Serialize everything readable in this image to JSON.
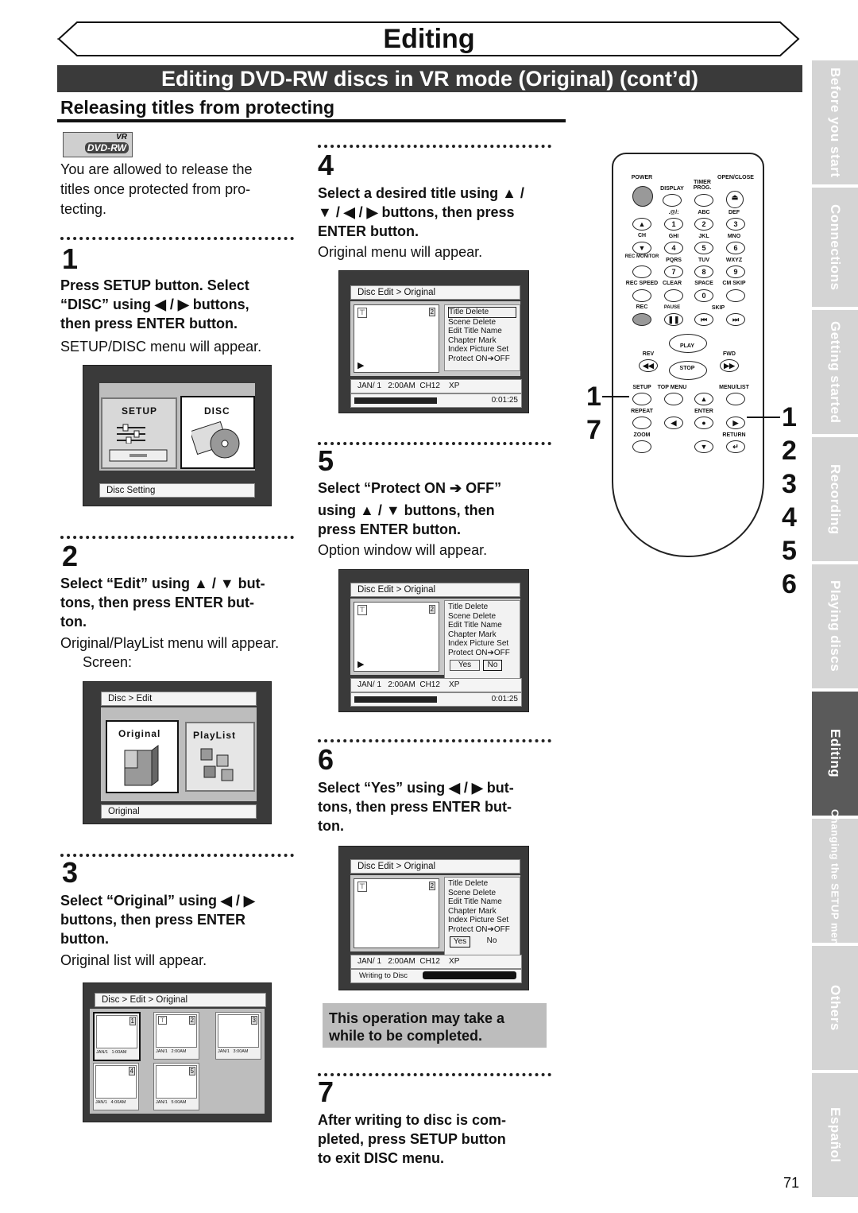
{
  "header": {
    "title": "Editing",
    "subtitle": "Editing DVD-RW discs in VR mode (Original) (cont’d)",
    "section_heading": "Releasing titles from protecting"
  },
  "badge": {
    "top": "VR",
    "bottom": "DVD-RW"
  },
  "intro": [
    "You are allowed to release the",
    "titles once protected from pro-",
    "tecting."
  ],
  "steps": {
    "s1": {
      "num": "1",
      "instr": [
        "Press SETUP button. Select",
        "“DISC” using ◀ / ▶ buttons,",
        "then press ENTER button."
      ],
      "note": "SETUP/DISC menu will appear."
    },
    "s2": {
      "num": "2",
      "instr": [
        "Select “Edit” using ▲ / ▼ but-",
        "tons, then press ENTER but-",
        "ton."
      ],
      "note": [
        "Original/PlayList menu will appear.",
        "Screen:"
      ]
    },
    "s3": {
      "num": "3",
      "instr": [
        "Select “Original” using ◀ / ▶",
        "buttons, then press ENTER",
        "button."
      ],
      "note": "Original list will appear."
    },
    "s4": {
      "num": "4",
      "instr": [
        "Select a desired title using ▲ /",
        "▼ / ◀ / ▶ buttons, then press",
        "ENTER button."
      ],
      "note": "Original menu will appear."
    },
    "s5": {
      "num": "5",
      "instr": [
        "Select “Protect ON ➔ OFF”",
        "using ▲ / ▼ buttons, then",
        "press ENTER button."
      ],
      "note": "Option window will appear."
    },
    "s6": {
      "num": "6",
      "instr": [
        "Select “Yes” using ◀ / ▶ but-",
        "tons, then press ENTER but-",
        "ton."
      ]
    },
    "s7": {
      "num": "7",
      "instr": [
        "After writing to disc is com-",
        "pleted, press SETUP button",
        "to exit DISC menu."
      ]
    }
  },
  "screen1": {
    "tab_setup": "SETUP",
    "tab_disc": "DISC",
    "footer": "Disc Setting"
  },
  "screen2": {
    "crumb": "Disc > Edit",
    "tab_original": "Original",
    "tab_playlist": "PlayList",
    "footer": "Original"
  },
  "screen3": {
    "crumb": "Disc > Edit > Original",
    "thumbs": [
      {
        "num": "1",
        "date": "JAN/1   1:00AM"
      },
      {
        "num": "2",
        "date": "JAN/1   2:00AM"
      },
      {
        "num": "3",
        "date": "JAN/1   3:00AM"
      },
      {
        "num": "4",
        "date": "JAN/1   4:00AM"
      },
      {
        "num": "5",
        "date": "JAN/1   5:00AM"
      }
    ]
  },
  "orig_menu": {
    "crumb": "Disc Edit > Original",
    "items": [
      "Title Delete",
      "Scene Delete",
      "Edit Title Name",
      "Chapter Mark",
      "Index Picture Set",
      "Protect ON➔OFF"
    ],
    "info": "JAN/ 1   2:00AM  CH12    XP",
    "time": "0:01:25",
    "num": "2",
    "yes": "Yes",
    "no": "No",
    "writing": "Writing to Disc"
  },
  "gray_note": [
    "This operation may take a",
    "while to be completed."
  ],
  "remote": {
    "labels": {
      "power": "POWER",
      "display": "DISPLAY",
      "timer": "TIMER PROG.",
      "open": "OPEN/CLOSE",
      "k1": ".@/:",
      "k2": "ABC",
      "k3": "DEF",
      "ch": "CH",
      "k4": "GHI",
      "k5": "JKL",
      "k6": "MNO",
      "rec_mon": "REC MONITOR",
      "k7": "PQRS",
      "k8": "TUV",
      "k9": "WXYZ",
      "rec_speed": "REC SPEED",
      "clear": "CLEAR",
      "space": "SPACE",
      "cm_skip": "CM SKIP",
      "rec": "REC",
      "pause": "PAUSE",
      "skip": "SKIP",
      "play": "PLAY",
      "rev": "REV",
      "fwd": "FWD",
      "stop": "STOP",
      "setup": "SETUP",
      "top_menu": "TOP MENU",
      "menu_list": "MENU/LIST",
      "repeat": "REPEAT",
      "enter": "ENTER",
      "zoom": "ZOOM",
      "return": "RETURN"
    },
    "digits": [
      "1",
      "2",
      "3",
      "4",
      "5",
      "6",
      "7",
      "8",
      "9",
      "0"
    ],
    "callouts_left": [
      "1",
      "7"
    ],
    "callouts_right": [
      "1",
      "2",
      "3",
      "4",
      "5",
      "6"
    ]
  },
  "tabs": [
    "Before you start",
    "Connections",
    "Getting started",
    "Recording",
    "Playing discs",
    "Editing",
    "Changing the SETUP menu",
    "Others",
    "Español"
  ],
  "page_number": "71"
}
